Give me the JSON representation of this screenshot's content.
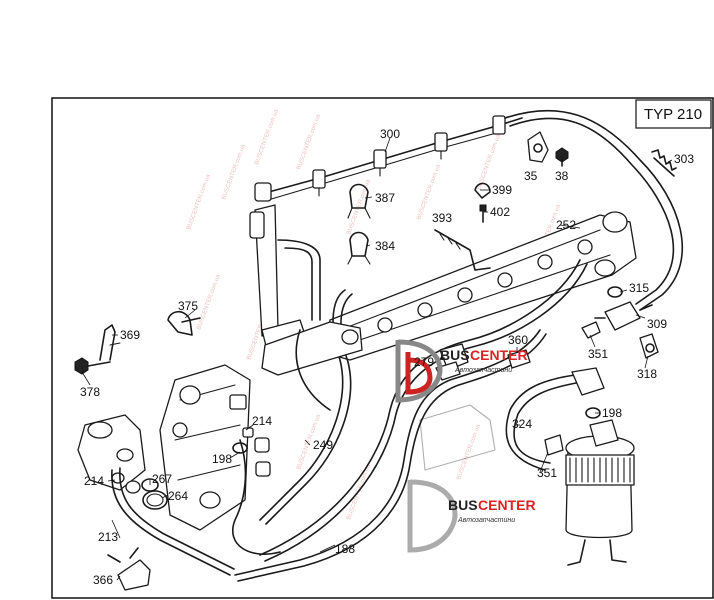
{
  "diagram": {
    "type_label": "TYP 210",
    "part_numbers": {
      "p300": "300",
      "p303": "303",
      "p35": "35",
      "p38": "38",
      "p387": "387",
      "p399": "399",
      "p402": "402",
      "p393": "393",
      "p252": "252",
      "p384": "384",
      "p375": "375",
      "p369": "369",
      "p378": "378",
      "p315": "315",
      "p309": "309",
      "p360": "360",
      "p279": "279",
      "p351a": "351",
      "p318": "318",
      "p198a": "198",
      "p324": "324",
      "p214a": "214",
      "p198b": "198",
      "p249": "249",
      "p214b": "214",
      "p267": "267",
      "p264": "264",
      "p351b": "351",
      "p213": "213",
      "p188": "188",
      "p366": "366"
    },
    "watermark": {
      "brand_black": "BUS",
      "brand_red": "CENTER",
      "tagline": "Автозапчастини",
      "small_text": "BUSCENTER.com.ua"
    },
    "colors": {
      "line": "#1a1a1a",
      "watermark_red": "#cc2222",
      "watermark_gray": "#888888"
    }
  }
}
